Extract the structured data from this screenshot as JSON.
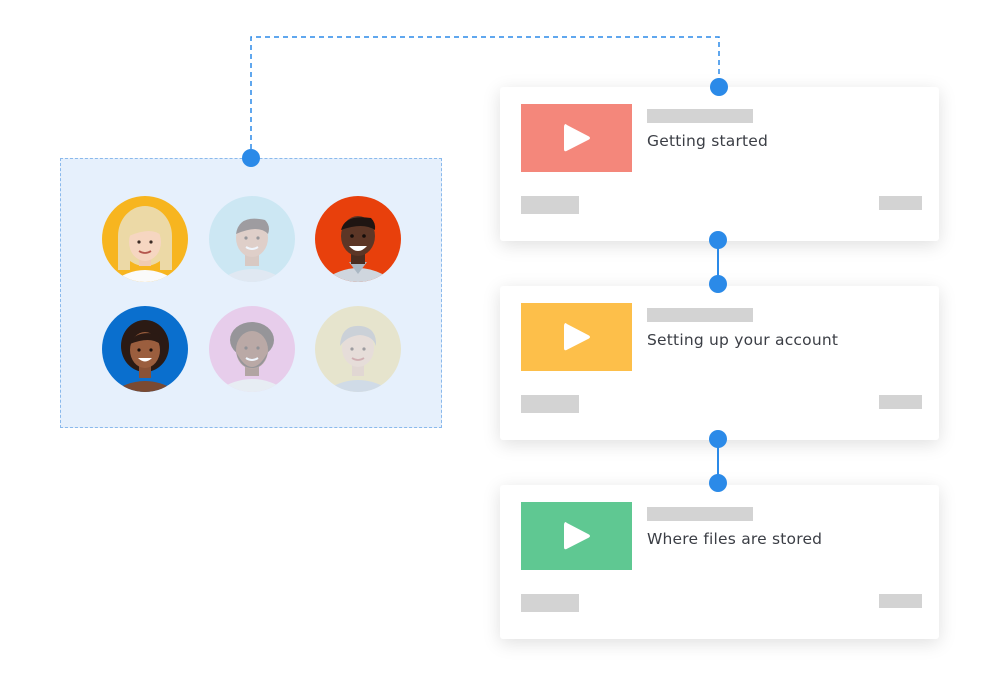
{
  "colors": {
    "connector": "#2b8ae8",
    "group_fill": "#e6f0fc",
    "group_border": "#8ab9ec",
    "placeholder_bar": "#d3d3d3"
  },
  "group": {
    "avatars": [
      {
        "name": "avatar-blonde-woman",
        "bg": "#f7b51f",
        "faded": false
      },
      {
        "name": "avatar-smiling-man",
        "bg": "#a9dce8",
        "faded": true
      },
      {
        "name": "avatar-older-man",
        "bg": "#e8400c",
        "faded": false
      },
      {
        "name": "avatar-curly-hair-woman",
        "bg": "#0a6fce",
        "faded": false
      },
      {
        "name": "avatar-bearded-man",
        "bg": "#ea9ed4",
        "faded": true
      },
      {
        "name": "avatar-grey-hair-woman",
        "bg": "#e8d58e",
        "faded": true
      }
    ]
  },
  "cards": [
    {
      "title": "Getting started",
      "thumb_color": "#f4877b",
      "icon": "play-icon"
    },
    {
      "title": "Setting up your account",
      "thumb_color": "#fdbf4a",
      "icon": "play-icon"
    },
    {
      "title": "Where files are stored",
      "thumb_color": "#5fc892",
      "icon": "play-icon"
    }
  ]
}
